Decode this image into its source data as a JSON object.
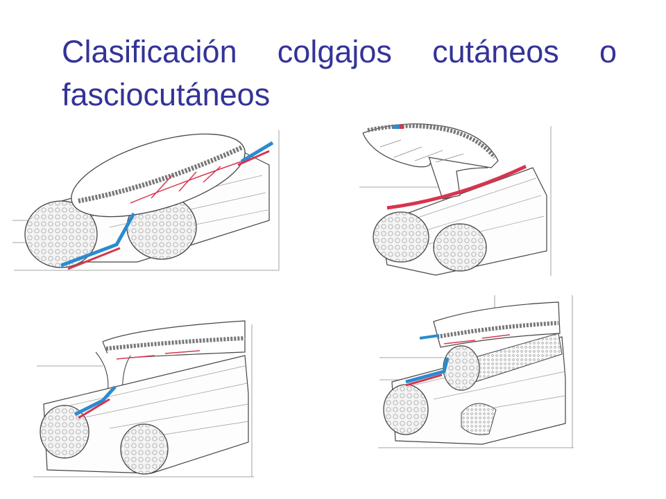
{
  "slide": {
    "title": "Clasificación colgajos cutáneos o fasciocutáneos"
  },
  "colors": {
    "title": "#333399",
    "artery": "#d8344f",
    "vein": "#2a8bd0",
    "line": "#444444"
  },
  "figures": [
    {
      "icon": "flap-diagram-direct-cutaneous"
    },
    {
      "icon": "flap-diagram-septocutaneous"
    },
    {
      "icon": "flap-diagram-fasciocutaneous-septal"
    },
    {
      "icon": "flap-diagram-musculocutaneous-perforator"
    }
  ]
}
